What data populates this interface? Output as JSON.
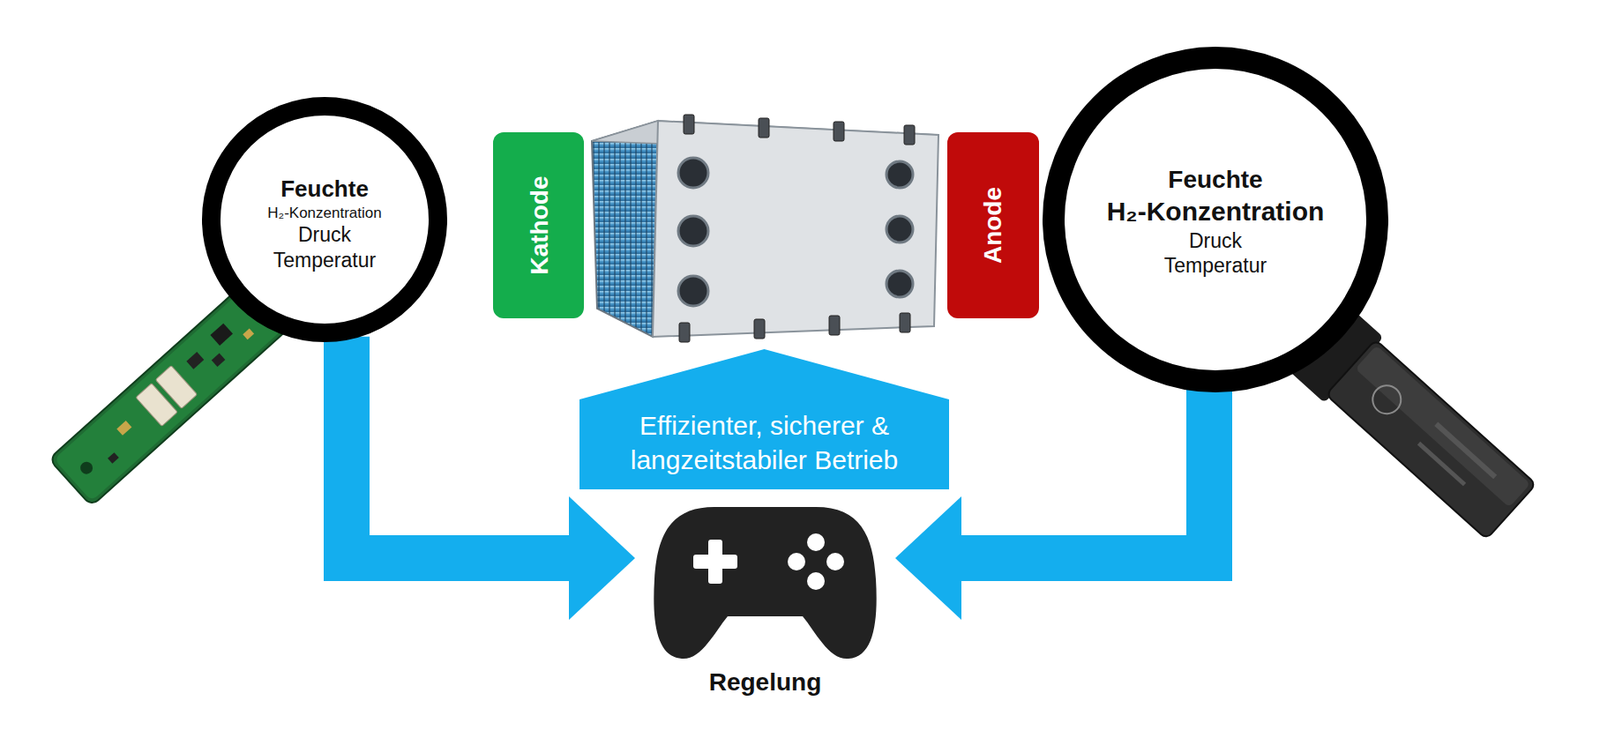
{
  "diagram": {
    "nodes": [
      {
        "text": [
          "Feuchte",
          "H₂-Konzentration",
          "Druck",
          "Temperatur"
        ]
      },
      {
        "text": [
          "Kathode"
        ]
      },
      {
        "text": [
          "Anode"
        ]
      },
      {
        "text": [
          "Feuchte",
          "H₂-Konzentration",
          "Druck",
          "Temperatur"
        ]
      },
      {
        "text": [
          "Effizienter, sicherer & langzeitstabiler Betrieb"
        ]
      },
      {
        "text": [
          "Regelung"
        ]
      }
    ],
    "edges": [
      {
        "from": 0,
        "to": 5,
        "arrow": "to"
      },
      {
        "from": 3,
        "to": 5,
        "arrow": "to"
      }
    ]
  }
}
